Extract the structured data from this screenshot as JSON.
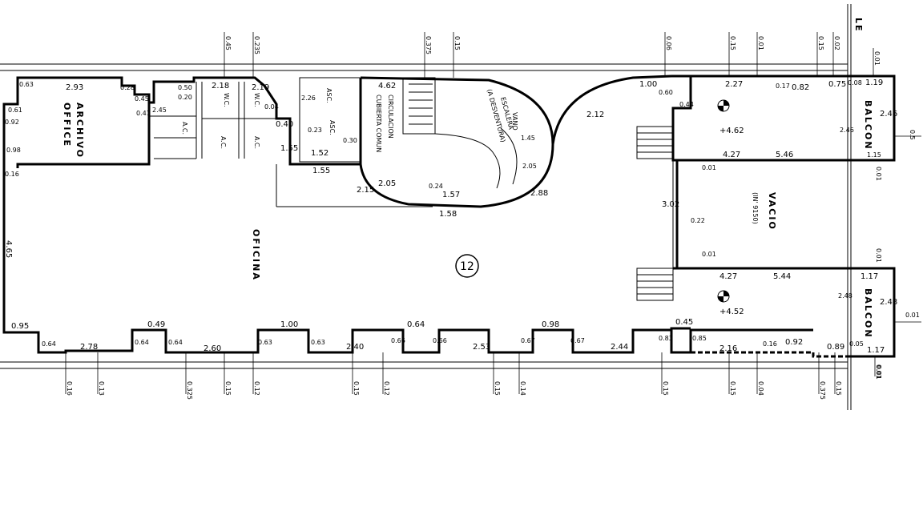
{
  "rooms": {
    "archivo": "ARCHIVO",
    "office": "OFFICE",
    "wc1": "W.C.",
    "wc2": "W.C.",
    "ac1": "A.C.",
    "ac2": "A.C.",
    "ac3": "A.C.",
    "asc1": "ASC.",
    "asc2": "ASC.",
    "circulacion": "CIRCULACION",
    "cubierta": "CUBIERTA COMUN",
    "vano": "VANO",
    "escalera": "ESCALERA",
    "desventura": "(A DESVENTURA)",
    "oficina": "OFICINA",
    "vacio": "VACIO",
    "vacio_sub": "(IN' 9150)",
    "balcon_top": "BALCON",
    "balcon_bottom": "BALCON",
    "unit_number": "12",
    "axis_label": "LE"
  },
  "levels": {
    "upper": "+4.62",
    "lower": "+4.52"
  },
  "dimensions": {
    "archivo_w": "2.93",
    "archivo_d1": "0.63",
    "archivo_d2": "0.28",
    "archivo_d3": "0.45",
    "archivo_d4": "0.41",
    "archivo_d5": "0.61",
    "archivo_d6": "0.92",
    "archivo_d7": "0.98",
    "archivo_d8": "0.16",
    "ac_small1": "2.45",
    "ac_small2": "0.20",
    "ac_small3": "0.50",
    "wc1_w": "2.18",
    "wc2_w": "2.19",
    "wc2_d": "0.04",
    "ac_r": "0.40",
    "v155a": "1.55",
    "asc_d1": "2.26",
    "asc_d2": "0.23",
    "asc_w": "1.52",
    "asc_d3": "0.30",
    "h155": "1.55",
    "circ_w": "4.62",
    "stair_d1": "2.05",
    "stair_d2": "2.15",
    "stair_d3": "1.57",
    "stair_d4": "1.58",
    "stair_d5": "0.24",
    "stair_d6": "1.45",
    "stair_d7": "2.05",
    "stair_d8": "2.88",
    "curve_d": "2.12",
    "top_100": "1.00",
    "top_060": "0.60",
    "top_044": "0.44",
    "top_227": "2.27",
    "top_017": "0.17",
    "top_082": "0.82",
    "top_075": "0.75",
    "top_008": "0.08",
    "top_119": "1.19",
    "top_246": "2.46",
    "top_246b": "2.46",
    "top_427": "4.27",
    "top_546": "5.46",
    "top_115": "1.15",
    "vacio_302": "3.02",
    "vacio_022": "0.22",
    "vacio_001a": "0.01",
    "vacio_001b": "0.01",
    "bot_427": "4.27",
    "bot_544": "5.44",
    "bot_117": "1.17",
    "bot_248": "2.48",
    "bot_248b": "2.48",
    "bot_045": "0.45",
    "bot_083": "0.83",
    "bot_085": "0.85",
    "bot_216": "2.16",
    "bot_016": "0.16",
    "bot_092": "0.92",
    "bot_089": "0.89",
    "bot_117b": "1.17",
    "bot_005": "0.05",
    "of_465": "4.65",
    "of_095": "0.95",
    "of_064a": "0.64",
    "of_278": "2.78",
    "of_049": "0.49",
    "of_064b": "0.64",
    "of_064c": "0.64",
    "of_260": "2.60",
    "of_063a": "0.63",
    "of_100": "1.00",
    "of_063b": "0.63",
    "of_240": "2.40",
    "of_066a": "0.66",
    "of_064d": "0.64",
    "of_066b": "0.66",
    "of_253": "2.53",
    "of_067a": "0.67",
    "of_098": "0.98",
    "of_067b": "0.67",
    "of_244": "2.44"
  },
  "top_ticks": [
    "0.45",
    "0.235",
    "0.375",
    "0.15",
    "0.06",
    "0.15",
    "0.01",
    "0.15",
    "0.02",
    "0.01"
  ],
  "bottom_ticks": [
    "0.16",
    "0.13",
    "0.325",
    "0.15",
    "0.12",
    "0.15",
    "0.12",
    "0.15",
    "0.14",
    "0.15",
    "0.15",
    "0.04",
    "0.375",
    "0.15",
    "0.01"
  ],
  "right_ticks": [
    "0.5",
    "0.01",
    "0.01",
    "0.01",
    "0.01"
  ]
}
